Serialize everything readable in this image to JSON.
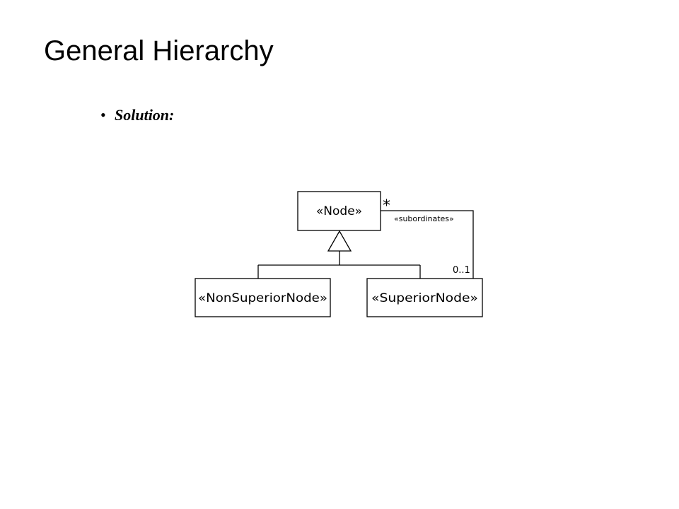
{
  "slide": {
    "title": "General Hierarchy",
    "bullet_marker": "•",
    "bullet_text": "Solution:"
  },
  "diagram": {
    "classes": {
      "node": "«Node»",
      "non_superior_node": "«NonSuperiorNode»",
      "superior_node": "«SuperiorNode»"
    },
    "association": {
      "role_label": "«subordinates»",
      "multiplicity_node_end": "*",
      "multiplicity_superior_end": "0..1"
    }
  }
}
